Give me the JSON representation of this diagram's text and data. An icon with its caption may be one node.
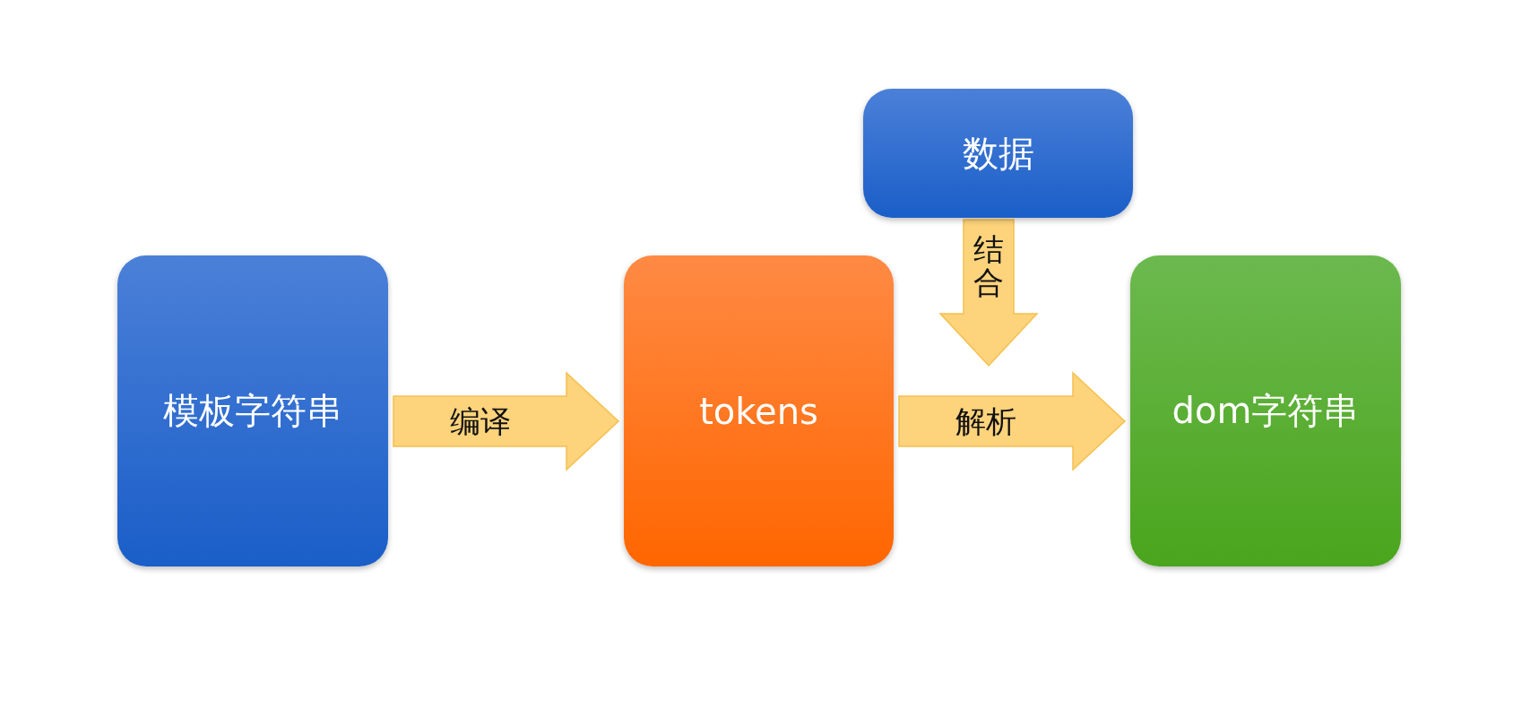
{
  "diagram": {
    "nodes": [
      {
        "text": [
          "模板字符串"
        ]
      },
      {
        "text": [
          "tokens"
        ]
      },
      {
        "text": [
          "数据"
        ]
      },
      {
        "text": [
          "dom字符串"
        ]
      }
    ],
    "edges": [
      {
        "from": 0,
        "to": 1,
        "arrow": "to",
        "label": "编译"
      },
      {
        "from": 1,
        "to": 3,
        "arrow": "to",
        "label": "解析"
      },
      {
        "from": 2,
        "to": null,
        "arrow": "to",
        "label": "结合"
      }
    ]
  }
}
